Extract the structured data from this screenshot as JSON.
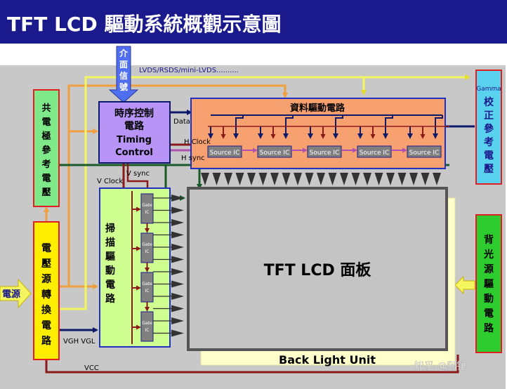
{
  "title": "TFT LCD 驅動系統概觀示意圖",
  "interface_signal": [
    "介",
    "面",
    "信",
    "號"
  ],
  "lvds_label": "LVDS/RSDS/mini-LVDS..........",
  "common_electrode": [
    "共",
    "電",
    "極",
    "參",
    "考",
    "電",
    "壓"
  ],
  "power_conversion": [
    "電",
    "壓",
    "源",
    "轉",
    "換",
    "電",
    "路"
  ],
  "power_source": "電源",
  "timing": {
    "line1": "時序控制",
    "line2": "電路",
    "line3": "Timing",
    "line4": "Control"
  },
  "data_driver": "資料驅動電路",
  "source_ic": "Source IC",
  "source_ic_count": 5,
  "gate_ic": [
    "Gate",
    "IC"
  ],
  "gate_ic_count": 4,
  "scan_driver": [
    "掃",
    "描",
    "驅",
    "動",
    "電",
    "路"
  ],
  "gamma_label": "Gamma",
  "gamma_correction": [
    "校",
    "正",
    "參",
    "考",
    "電",
    "壓"
  ],
  "backlight_driver": [
    "背",
    "光",
    "源",
    "驅",
    "動",
    "電",
    "路"
  ],
  "panel": "TFT LCD 面板",
  "backlight_unit": "Back Light Unit",
  "signals": {
    "data": "Data",
    "h_clock": "H Clock",
    "h_sync": "H sync",
    "v_clock": "V Clock",
    "v_sync": "V sync",
    "vgh_vgl": "VGH VGL",
    "vcc": "VCC"
  },
  "watermark": "知乎 @阿锐",
  "colors": {
    "title_bar": "#1b1a8c",
    "diagram_bg": "#c8c8c8",
    "orange_wire": "#f0a040",
    "yellow_wire": "#f5f560",
    "navy_wire": "#0d1a6a",
    "maroon_wire": "#8b1a1a",
    "green_wire": "#1a5a2a",
    "purple_wire": "#b050b0",
    "data_driver_fill": "#f7a070",
    "timing_fill": "#b794f6",
    "scan_fill": "#cfff90",
    "gamma_fill": "#5ad1ee",
    "backlight_fill": "#2ecc2e",
    "common_fill": "#7fe888",
    "power_fill": "#ffee00",
    "panel_fill": "#c4c4c4",
    "blu_fill": "#ffffcc"
  }
}
